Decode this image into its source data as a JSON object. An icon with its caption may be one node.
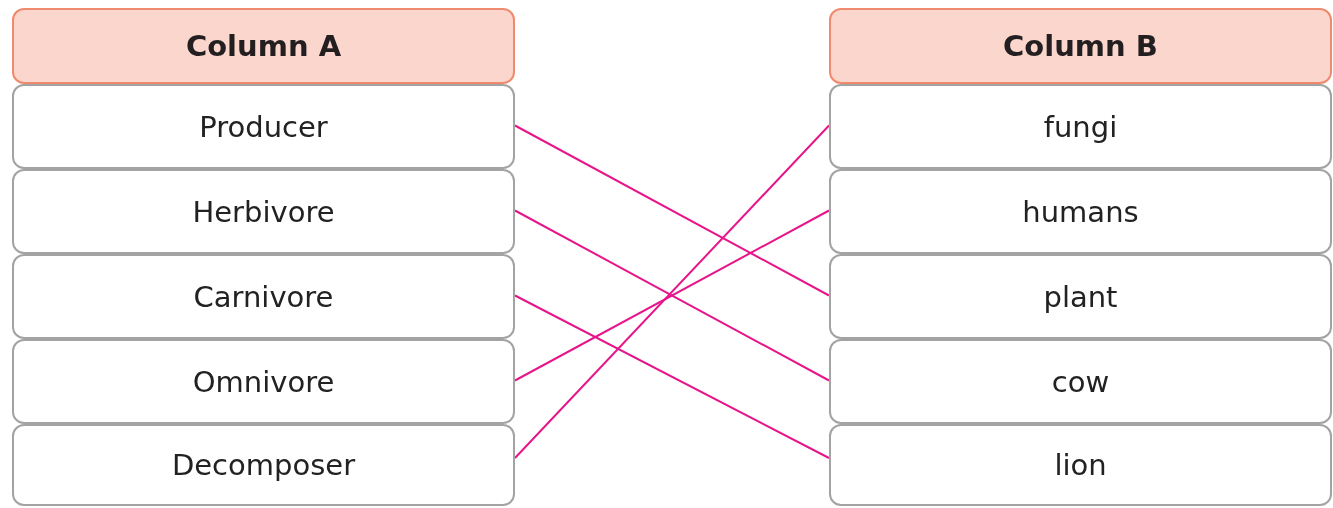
{
  "diagram": {
    "nodes": [
      {
        "text": [
          "Column A"
        ]
      },
      {
        "text": [
          "Producer"
        ]
      },
      {
        "text": [
          "Herbivore"
        ]
      },
      {
        "text": [
          "Carnivore"
        ]
      },
      {
        "text": [
          "Omnivore"
        ]
      },
      {
        "text": [
          "Decomposer"
        ]
      },
      {
        "text": [
          "Column B"
        ]
      },
      {
        "text": [
          "fungi"
        ]
      },
      {
        "text": [
          "humans"
        ]
      },
      {
        "text": [
          "plant"
        ]
      },
      {
        "text": [
          "cow"
        ]
      },
      {
        "text": [
          "lion"
        ]
      }
    ],
    "edges": [
      {
        "from": 1,
        "to": 9,
        "arrow": "none"
      },
      {
        "from": 2,
        "to": 10,
        "arrow": "none"
      },
      {
        "from": 3,
        "to": 11,
        "arrow": "none"
      },
      {
        "from": 4,
        "to": 8,
        "arrow": "none"
      },
      {
        "from": 5,
        "to": 7,
        "arrow": "none"
      }
    ]
  }
}
